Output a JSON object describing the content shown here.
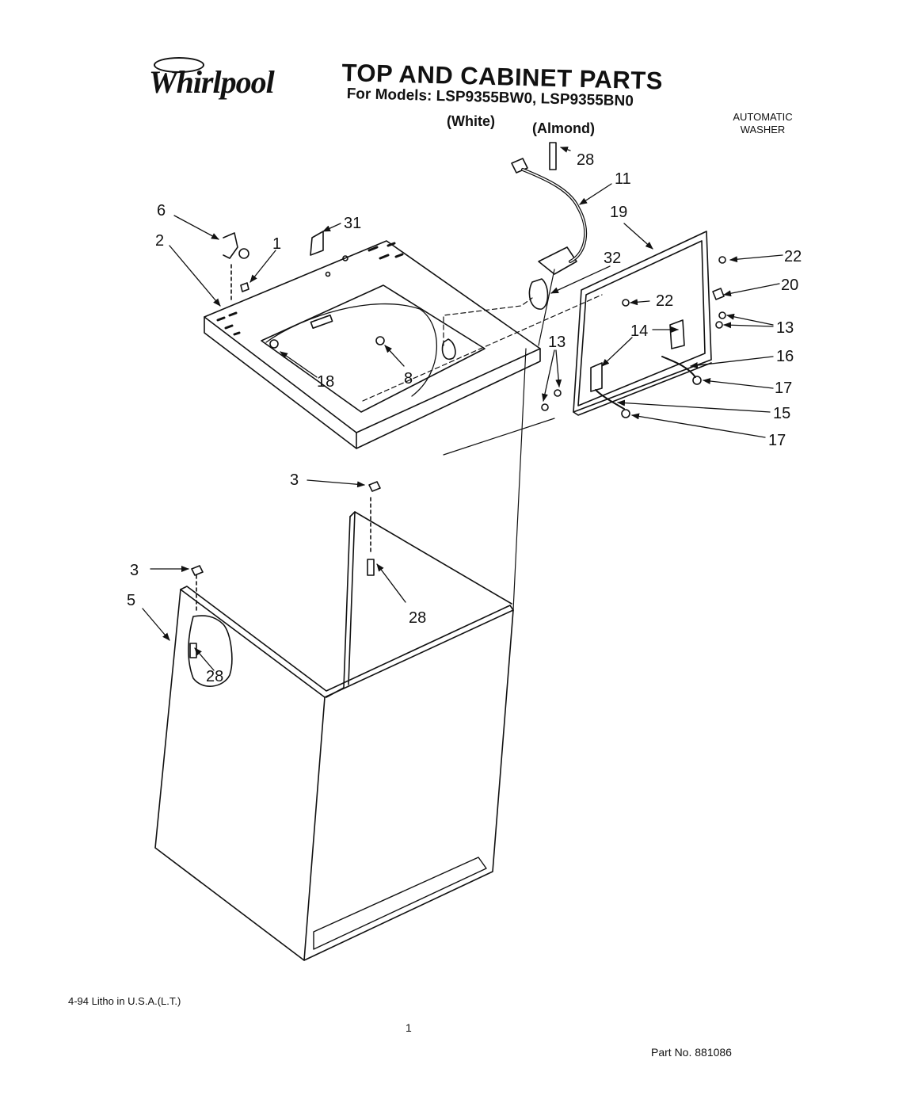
{
  "header": {
    "brand": "Whirlpool",
    "title": "TOP AND CABINET PARTS",
    "models": "For Models: LSP9355BW0, LSP9355BN0",
    "color_white": "(White)",
    "color_almond": "(Almond)",
    "appliance_line1": "AUTOMATIC",
    "appliance_line2": "WASHER"
  },
  "callouts": {
    "c28a": "28",
    "c11": "11",
    "c19": "19",
    "c6": "6",
    "c31": "31",
    "c2": "2",
    "c1": "1",
    "c32": "32",
    "c22a": "22",
    "c20": "20",
    "c22b": "22",
    "c14": "14",
    "c13a": "13",
    "c13b": "13",
    "c16": "16",
    "c17a": "17",
    "c15": "15",
    "c17b": "17",
    "c18": "18",
    "c8": "8",
    "c3a": "3",
    "c3b": "3",
    "c5": "5",
    "c28b": "28",
    "c28c": "28"
  },
  "footer": {
    "litho": "4-94  Litho in U.S.A.(L.T.)",
    "page": "1",
    "part_no": "Part No. 881086"
  }
}
